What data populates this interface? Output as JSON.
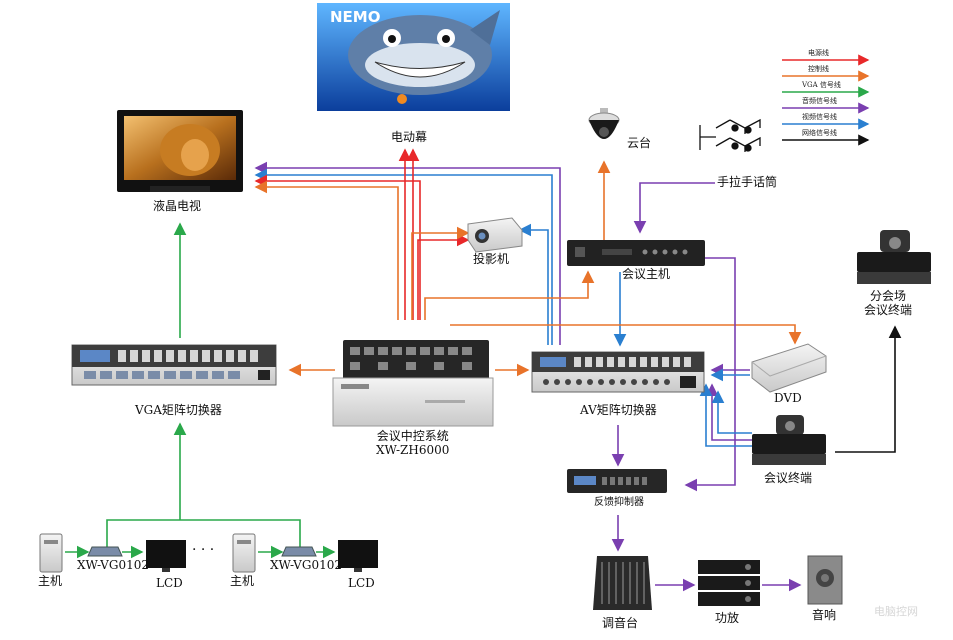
{
  "nodes": {
    "screen": "电动幕",
    "lcd_tv": "液晶电视",
    "projector": "投影机",
    "ptz_camera": "云台",
    "handheld_mic": "手拉手话筒",
    "conf_host": "会议主机",
    "branch_terminal": [
      "分会场",
      "会议终端"
    ],
    "vga_matrix": "VGA矩阵切换器",
    "central_ctrl": [
      "会议中控系统",
      "XW-ZH6000"
    ],
    "av_matrix": "AV矩阵切换器",
    "dvd": "DVD",
    "conf_terminal": "会议终端",
    "feedback_suppressor": "反馈抑制器",
    "mixer": "调音台",
    "amplifier": "功放",
    "speaker": "音响",
    "pc1": "主机",
    "extender1": "XW-VG0102",
    "lcd1": "LCD",
    "dots": "· · ·",
    "pc2": "主机",
    "extender2": "XW-VG0102",
    "lcd2": "LCD"
  },
  "legend": [
    {
      "label": "电源线",
      "color": "#e8282a"
    },
    {
      "label": "控制线",
      "color": "#e8732a"
    },
    {
      "label": "VGA 信号线",
      "color": "#2aa84a"
    },
    {
      "label": "音频信号线",
      "color": "#7a3fb0"
    },
    {
      "label": "视频信号线",
      "color": "#2a7fd0"
    },
    {
      "label": "网络信号线",
      "color": "#111111"
    }
  ],
  "poster": {
    "title": "NEMO"
  },
  "watermark": "电脑控网"
}
